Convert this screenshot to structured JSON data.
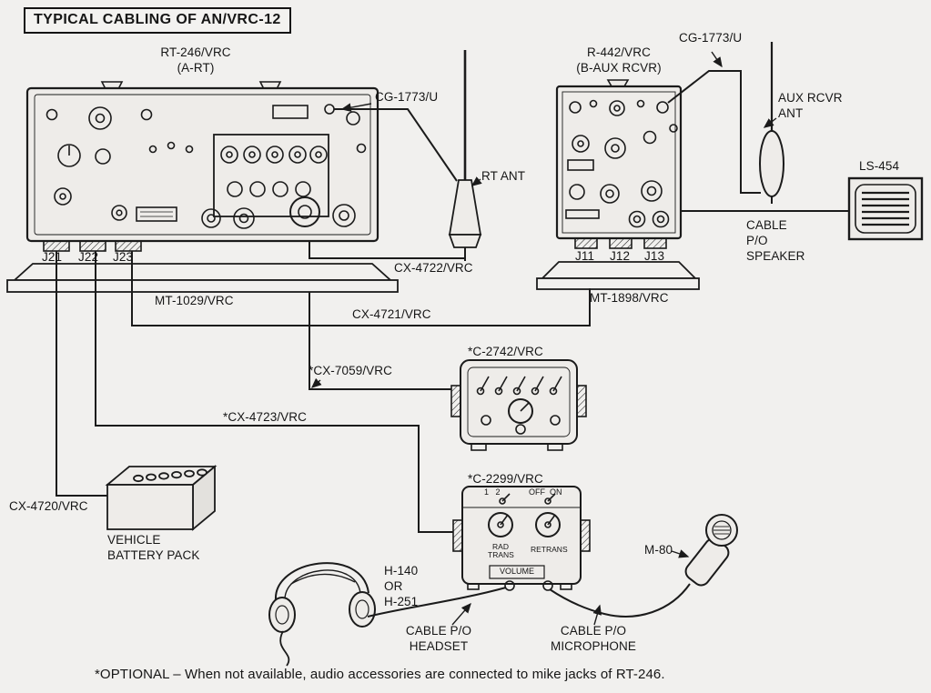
{
  "title": "TYPICAL CABLING OF AN/VRC-12",
  "footnote": "*OPTIONAL – When not available, audio accessories are connected to mike jacks of RT-246.",
  "units": {
    "rt246": {
      "name": "RT-246/VRC\n(A-RT)",
      "mount": "MT-1029/VRC",
      "jacks": [
        "J21",
        "J22",
        "J23"
      ]
    },
    "r442": {
      "name": "R-442/VRC\n(B-AUX RCVR)",
      "mount": "MT-1898/VRC",
      "jacks": [
        "J11",
        "J12",
        "J13"
      ]
    },
    "rt_antenna": {
      "name": "RT ANT"
    },
    "aux_antenna": {
      "name": "AUX RCVR\nANT"
    },
    "speaker": {
      "name": "LS-454"
    },
    "battery": {
      "name": "VEHICLE\nBATTERY PACK"
    },
    "headset": {
      "name": "H-140\nOR\nH-251"
    },
    "microphone": {
      "name": "M-80"
    },
    "c2742": {
      "name": "*C-2742/VRC"
    },
    "c2299": {
      "name": "*C-2299/VRC",
      "panel": {
        "positions": "1   2",
        "off_on": "OFF  ON",
        "rad_trans": "RAD\nTRANS",
        "retrans": "RETRANS",
        "volume": "VOLUME"
      }
    }
  },
  "cables": {
    "cg1773_rt": "CG-1773/U",
    "cg1773_aux": "CG-1773/U",
    "cx4722": "CX-4722/VRC",
    "cx4721": "CX-4721/VRC",
    "cx7059": "*CX-7059/VRC",
    "cx4723": "*CX-4723/VRC",
    "cx4720": "CX-4720/VRC",
    "speaker_po": "CABLE\nP/O\nSPEAKER",
    "headset_po": "CABLE P/O\nHEADSET",
    "microphone_po": "CABLE P/O\nMICROPHONE"
  }
}
